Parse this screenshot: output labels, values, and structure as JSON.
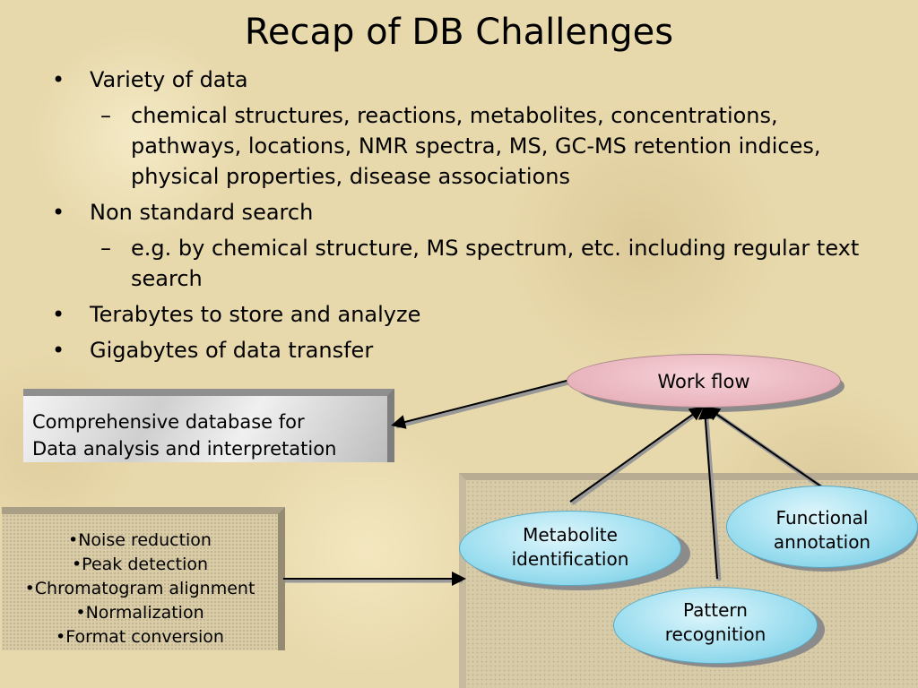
{
  "slide": {
    "title": "Recap of DB Challenges",
    "bullets": [
      {
        "mark": "•",
        "text": "Variety of data"
      },
      {
        "mark": "–",
        "text": "chemical structures, reactions, metabolites, concentrations, pathways, locations, NMR spectra, MS, GC-MS retention indices, physical properties, disease associations",
        "level": 2
      },
      {
        "mark": "•",
        "text": "Non standard search"
      },
      {
        "mark": "–",
        "text": "e.g. by chemical structure, MS spectrum, etc. including regular text search",
        "level": 2
      },
      {
        "mark": "•",
        "text": "Terabytes to store and analyze"
      },
      {
        "mark": "•",
        "text": "Gigabytes of data transfer"
      }
    ]
  },
  "diagram": {
    "database_box": {
      "line1": "Comprehensive database for",
      "line2": "Data analysis and interpretation"
    },
    "processing_box": {
      "items": [
        "•Noise reduction",
        "•Peak detection",
        "•Chromatogram alignment",
        "•Normalization",
        "•Format conversion"
      ]
    },
    "workflow": {
      "label": "Work flow"
    },
    "metabolite": {
      "line1": "Metabolite",
      "line2": "identification"
    },
    "functional": {
      "line1": "Functional",
      "line2": "annotation"
    },
    "pattern": {
      "line1": "Pattern",
      "line2": "recognition"
    }
  },
  "colors": {
    "background": "#e8d9ac",
    "workflow_fill": "#e8b3bd",
    "bubble_fill": "#9fdff0",
    "box_fill": "#d9cca6"
  }
}
